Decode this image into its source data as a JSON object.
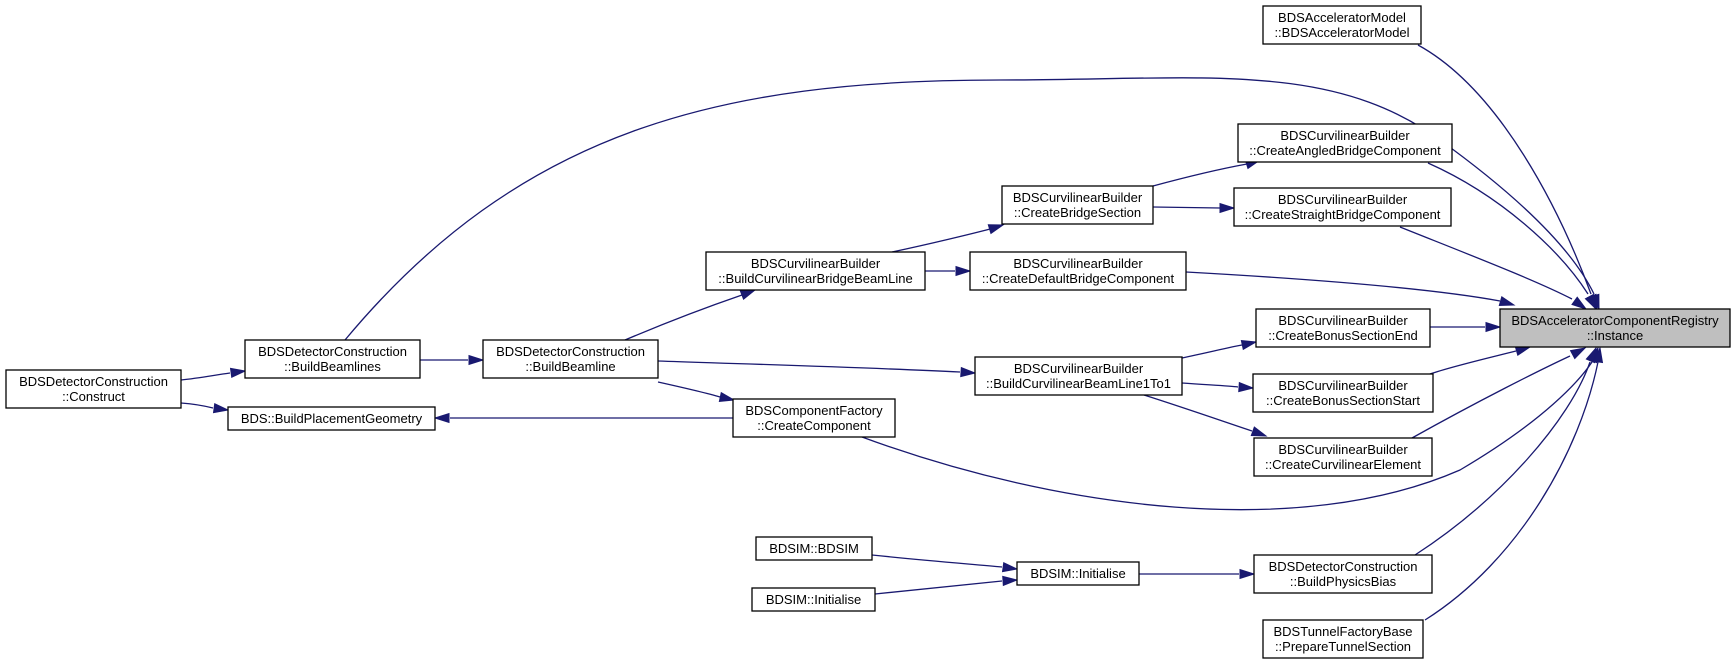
{
  "colors": {
    "edge": "#191970",
    "node_border": "#000000",
    "node_fill": "#ffffff",
    "target_fill": "#bfbfbf"
  },
  "nodes": [
    {
      "id": "registry",
      "lines": [
        "BDSAcceleratorComponentRegistry",
        "::Instance"
      ]
    },
    {
      "id": "accmodel",
      "lines": [
        "BDSAcceleratorModel",
        "::BDSAcceleratorModel"
      ]
    },
    {
      "id": "angledbridge",
      "lines": [
        "BDSCurvilinearBuilder",
        "::CreateAngledBridgeComponent"
      ]
    },
    {
      "id": "straightbridge",
      "lines": [
        "BDSCurvilinearBuilder",
        "::CreateStraightBridgeComponent"
      ]
    },
    {
      "id": "bridgesection",
      "lines": [
        "BDSCurvilinearBuilder",
        "::CreateBridgeSection"
      ]
    },
    {
      "id": "defaultbridge",
      "lines": [
        "BDSCurvilinearBuilder",
        "::CreateDefaultBridgeComponent"
      ]
    },
    {
      "id": "buildbridgebeam",
      "lines": [
        "BDSCurvilinearBuilder",
        "::BuildCurvilinearBridgeBeamLine"
      ]
    },
    {
      "id": "bonusend",
      "lines": [
        "BDSCurvilinearBuilder",
        "::CreateBonusSectionEnd"
      ]
    },
    {
      "id": "bonusstart",
      "lines": [
        "BDSCurvilinearBuilder",
        "::CreateBonusSectionStart"
      ]
    },
    {
      "id": "curvelement",
      "lines": [
        "BDSCurvilinearBuilder",
        "::CreateCurvilinearElement"
      ]
    },
    {
      "id": "buildbeamline1to1",
      "lines": [
        "BDSCurvilinearBuilder",
        "::BuildCurvilinearBeamLine1To1"
      ]
    },
    {
      "id": "buildbeamlines",
      "lines": [
        "BDSDetectorConstruction",
        "::BuildBeamlines"
      ]
    },
    {
      "id": "buildbeamline",
      "lines": [
        "BDSDetectorConstruction",
        "::BuildBeamline"
      ]
    },
    {
      "id": "construct",
      "lines": [
        "BDSDetectorConstruction",
        "::Construct"
      ]
    },
    {
      "id": "placementgeom",
      "lines": [
        "BDS::BuildPlacementGeometry"
      ]
    },
    {
      "id": "createcomponent",
      "lines": [
        "BDSComponentFactory",
        "::CreateComponent"
      ]
    },
    {
      "id": "bdsimctor",
      "lines": [
        "BDSIM::BDSIM"
      ]
    },
    {
      "id": "bdsiminit2",
      "lines": [
        "BDSIM::Initialise"
      ]
    },
    {
      "id": "bdsiminit",
      "lines": [
        "BDSIM::Initialise"
      ]
    },
    {
      "id": "physicsbias",
      "lines": [
        "BDSDetectorConstruction",
        "::BuildPhysicsBias"
      ]
    },
    {
      "id": "tunnelsection",
      "lines": [
        "BDSTunnelFactoryBase",
        "::PrepareTunnelSection"
      ]
    }
  ]
}
